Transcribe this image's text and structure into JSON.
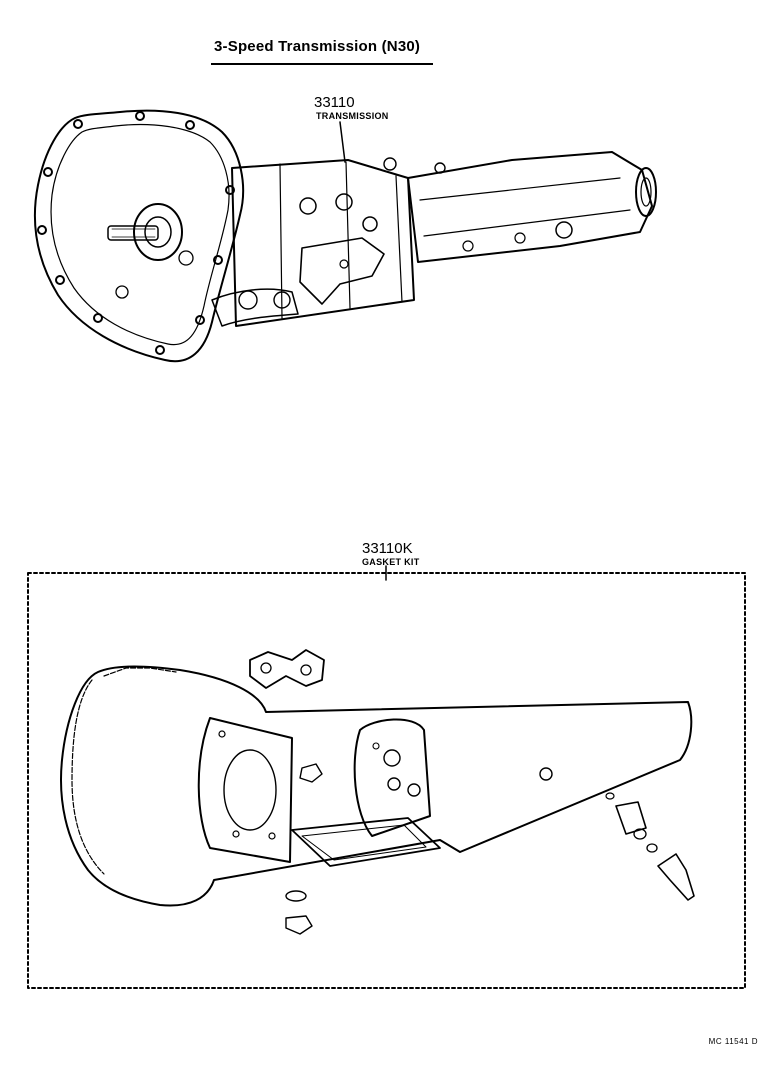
{
  "title": "3-Speed Transmission (N30)",
  "parts": {
    "transmission": {
      "number": "33110",
      "name": "TRANSMISSION"
    },
    "gasket_kit": {
      "number": "33110K",
      "name": "GASKET KIT"
    }
  },
  "illustration_code": "MC 11541 D"
}
